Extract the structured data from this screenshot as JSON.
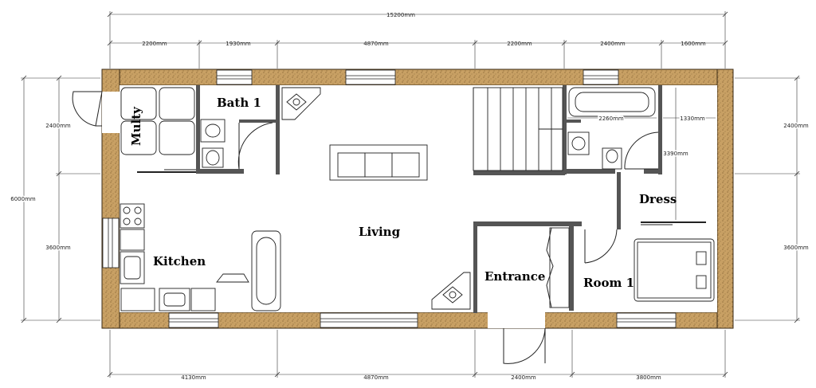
{
  "dimensions": {
    "overall_width": "15200mm",
    "top_segments": [
      "2200mm",
      "1930mm",
      "4870mm",
      "2200mm",
      "2400mm",
      "1600mm"
    ],
    "bottom_segments": [
      "4130mm",
      "4870mm",
      "2400mm",
      "3800mm"
    ],
    "left_segments": [
      "2400mm",
      "3600mm"
    ],
    "left_total": "6000mm",
    "right_segments": [
      "2400mm",
      "3600mm"
    ],
    "inner_bath_width": "2260mm",
    "inner_dress_width": "1330mm",
    "inner_dress_height": "3390mm"
  },
  "rooms": {
    "multy": "Multy",
    "bath": "Bath 1",
    "kitchen": "Kitchen",
    "living": "Living",
    "entrance": "Entrance",
    "room1": "Room 1",
    "dress": "Dress"
  },
  "colors": {
    "wall": "#c8a064",
    "wall_edge": "#3a2a14",
    "interior_wall": "#555555",
    "line": "#222222"
  }
}
